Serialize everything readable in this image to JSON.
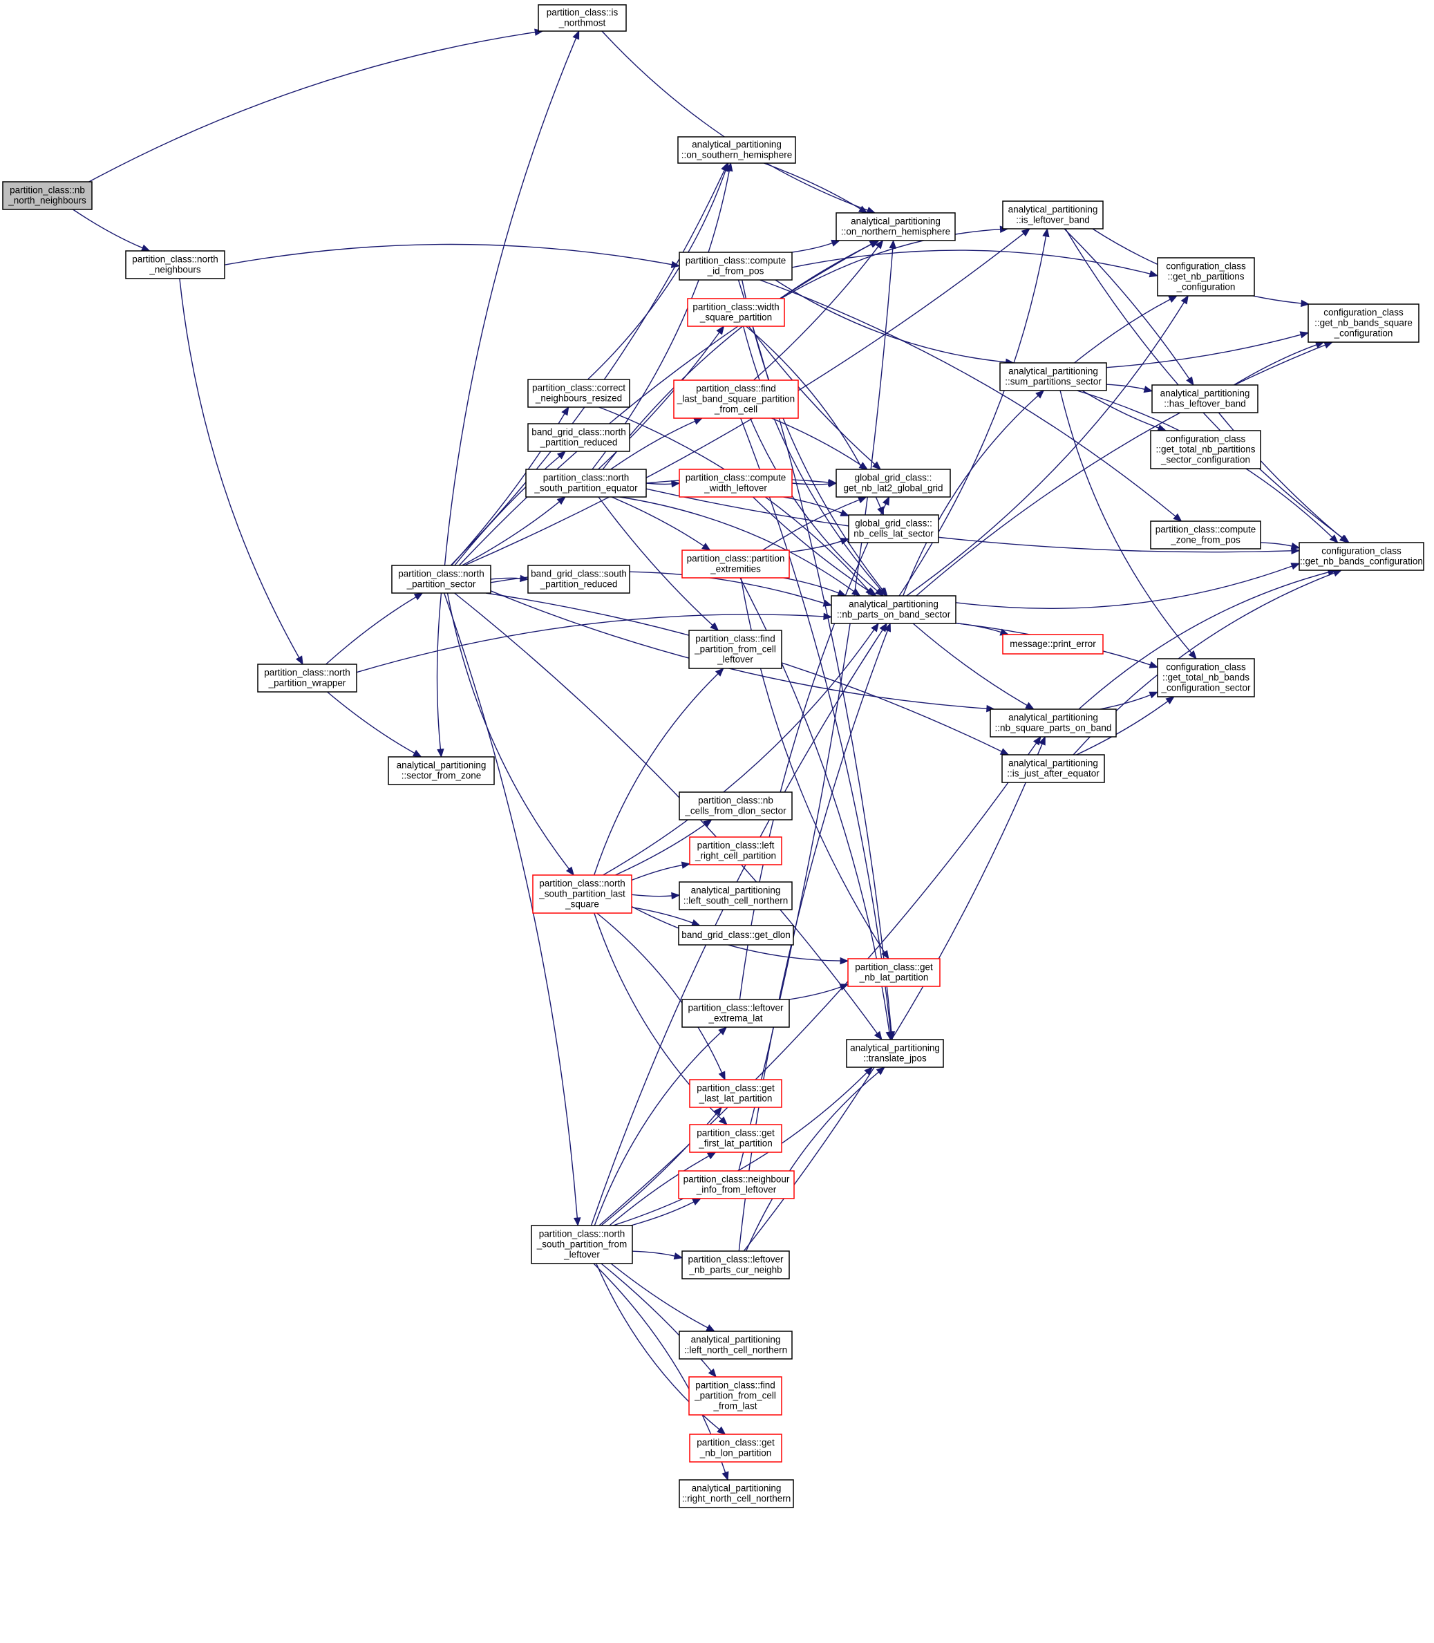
{
  "colors": {
    "edge": "#191970",
    "node_border_default": "#000000",
    "node_border_incomplete": "#ff0000",
    "node_fill_default": "#ffffff",
    "node_fill_root": "#bfbfbf"
  },
  "nodes": [
    {
      "id": "nb_north_neighbours",
      "lines": [
        "partition_class::nb",
        "_north_neighbours"
      ],
      "style": "root"
    },
    {
      "id": "is_northmost",
      "lines": [
        "partition_class::is",
        "_northmost"
      ],
      "style": "normal"
    },
    {
      "id": "north_neighbours",
      "lines": [
        "partition_class::north",
        "_neighbours"
      ],
      "style": "normal"
    },
    {
      "id": "north_partition_wrapper",
      "lines": [
        "partition_class::north",
        "_partition_wrapper"
      ],
      "style": "normal"
    },
    {
      "id": "north_partition_sector",
      "lines": [
        "partition_class::north",
        "_partition_sector"
      ],
      "style": "normal"
    },
    {
      "id": "sector_from_zone",
      "lines": [
        "analytical_partitioning",
        "::sector_from_zone"
      ],
      "style": "normal"
    },
    {
      "id": "correct_neighbours_resized",
      "lines": [
        "partition_class::correct",
        "_neighbours_resized"
      ],
      "style": "normal"
    },
    {
      "id": "north_partition_reduced",
      "lines": [
        "band_grid_class::north",
        "_partition_reduced"
      ],
      "style": "normal"
    },
    {
      "id": "ns_partition_equator",
      "lines": [
        "partition_class::north",
        "_south_partition_equator"
      ],
      "style": "normal"
    },
    {
      "id": "south_partition_reduced",
      "lines": [
        "band_grid_class::south",
        "_partition_reduced"
      ],
      "style": "normal"
    },
    {
      "id": "ns_partition_last_square",
      "lines": [
        "partition_class::north",
        "_south_partition_last",
        "_square"
      ],
      "style": "incomplete"
    },
    {
      "id": "ns_partition_from_leftover",
      "lines": [
        "partition_class::north",
        "_south_partition_from",
        "_leftover"
      ],
      "style": "normal"
    },
    {
      "id": "on_southern_hemisphere",
      "lines": [
        "analytical_partitioning",
        "::on_southern_hemisphere"
      ],
      "style": "normal"
    },
    {
      "id": "compute_id_from_pos",
      "lines": [
        "partition_class::compute",
        "_id_from_pos"
      ],
      "style": "normal"
    },
    {
      "id": "width_square_partition",
      "lines": [
        "partition_class::width",
        "_square_partition"
      ],
      "style": "incomplete"
    },
    {
      "id": "find_last_band_square",
      "lines": [
        "partition_class::find",
        "_last_band_square_partition",
        "_from_cell"
      ],
      "style": "incomplete"
    },
    {
      "id": "compute_width_leftover",
      "lines": [
        "partition_class::compute",
        "_width_leftover"
      ],
      "style": "incomplete"
    },
    {
      "id": "partition_extremities",
      "lines": [
        "partition_class::partition",
        "_extremities"
      ],
      "style": "incomplete"
    },
    {
      "id": "find_partition_from_cell_leftover",
      "lines": [
        "partition_class::find",
        "_partition_from_cell",
        "_leftover"
      ],
      "style": "normal"
    },
    {
      "id": "nb_cells_from_dlon_sector",
      "lines": [
        "partition_class::nb",
        "_cells_from_dlon_sector"
      ],
      "style": "normal"
    },
    {
      "id": "left_right_cell_partition",
      "lines": [
        "partition_class::left",
        "_right_cell_partition"
      ],
      "style": "incomplete"
    },
    {
      "id": "left_south_cell_northern",
      "lines": [
        "analytical_partitioning",
        "::left_south_cell_northern"
      ],
      "style": "normal"
    },
    {
      "id": "get_dlon",
      "lines": [
        "band_grid_class::get_dlon"
      ],
      "style": "normal"
    },
    {
      "id": "leftover_extrema_lat",
      "lines": [
        "partition_class::leftover",
        "_extrema_lat"
      ],
      "style": "normal"
    },
    {
      "id": "get_last_lat_partition",
      "lines": [
        "partition_class::get",
        "_last_lat_partition"
      ],
      "style": "incomplete"
    },
    {
      "id": "get_first_lat_partition",
      "lines": [
        "partition_class::get",
        "_first_lat_partition"
      ],
      "style": "incomplete"
    },
    {
      "id": "neighbour_info_from_leftover",
      "lines": [
        "partition_class::neighbour",
        "_info_from_leftover"
      ],
      "style": "incomplete"
    },
    {
      "id": "leftover_nb_parts_cur_neighb",
      "lines": [
        "partition_class::leftover",
        "_nb_parts_cur_neighb"
      ],
      "style": "normal"
    },
    {
      "id": "left_north_cell_northern",
      "lines": [
        "analytical_partitioning",
        "::left_north_cell_northern"
      ],
      "style": "normal"
    },
    {
      "id": "find_partition_from_cell_from_last",
      "lines": [
        "partition_class::find",
        "_partition_from_cell",
        "_from_last"
      ],
      "style": "incomplete"
    },
    {
      "id": "get_nb_lon_partition",
      "lines": [
        "partition_class::get",
        "_nb_lon_partition"
      ],
      "style": "incomplete"
    },
    {
      "id": "right_north_cell_northern",
      "lines": [
        "analytical_partitioning",
        "::right_north_cell_northern"
      ],
      "style": "normal"
    },
    {
      "id": "on_northern_hemisphere",
      "lines": [
        "analytical_partitioning",
        "::on_northern_hemisphere"
      ],
      "style": "normal"
    },
    {
      "id": "get_nb_lat2_global_grid",
      "lines": [
        "global_grid_class::",
        "get_nb_lat2_global_grid"
      ],
      "style": "normal"
    },
    {
      "id": "nb_cells_lat_sector",
      "lines": [
        "global_grid_class::",
        "nb_cells_lat_sector"
      ],
      "style": "normal"
    },
    {
      "id": "nb_parts_on_band_sector",
      "lines": [
        "analytical_partitioning",
        "::nb_parts_on_band_sector"
      ],
      "style": "normal"
    },
    {
      "id": "get_nb_lat_partition",
      "lines": [
        "partition_class::get",
        "_nb_lat_partition"
      ],
      "style": "incomplete"
    },
    {
      "id": "translate_jpos",
      "lines": [
        "analytical_partitioning",
        "::translate_jpos"
      ],
      "style": "normal"
    },
    {
      "id": "is_leftover_band",
      "lines": [
        "analytical_partitioning",
        "::is_leftover_band"
      ],
      "style": "normal"
    },
    {
      "id": "sum_partitions_sector",
      "lines": [
        "analytical_partitioning",
        "::sum_partitions_sector"
      ],
      "style": "normal"
    },
    {
      "id": "message_print_error",
      "lines": [
        "message::print_error"
      ],
      "style": "incomplete"
    },
    {
      "id": "nb_square_parts_on_band",
      "lines": [
        "analytical_partitioning",
        "::nb_square_parts_on_band"
      ],
      "style": "normal"
    },
    {
      "id": "is_just_after_equator",
      "lines": [
        "analytical_partitioning",
        "::is_just_after_equator"
      ],
      "style": "normal"
    },
    {
      "id": "get_nb_partitions_configuration",
      "lines": [
        "configuration_class",
        "::get_nb_partitions",
        "_configuration"
      ],
      "style": "normal"
    },
    {
      "id": "has_leftover_band",
      "lines": [
        "analytical_partitioning",
        "::has_leftover_band"
      ],
      "style": "normal"
    },
    {
      "id": "get_total_nb_partitions_sector",
      "lines": [
        "configuration_class",
        "::get_total_nb_partitions",
        "_sector_configuration"
      ],
      "style": "normal"
    },
    {
      "id": "compute_zone_from_pos",
      "lines": [
        "partition_class::compute",
        "_zone_from_pos"
      ],
      "style": "normal"
    },
    {
      "id": "get_total_nb_bands_sector",
      "lines": [
        "configuration_class",
        "::get_total_nb_bands",
        "_configuration_sector"
      ],
      "style": "normal"
    },
    {
      "id": "get_nb_bands_square_configuration",
      "lines": [
        "configuration_class",
        "::get_nb_bands_square",
        "_configuration"
      ],
      "style": "normal"
    },
    {
      "id": "get_nb_bands_configuration",
      "lines": [
        "configuration_class",
        "::get_nb_bands_configuration"
      ],
      "style": "normal"
    }
  ],
  "edges": [
    [
      "nb_north_neighbours",
      "is_northmost"
    ],
    [
      "nb_north_neighbours",
      "north_neighbours"
    ],
    [
      "north_neighbours",
      "compute_id_from_pos"
    ],
    [
      "north_neighbours",
      "north_partition_wrapper"
    ],
    [
      "north_partition_wrapper",
      "north_partition_sector"
    ],
    [
      "north_partition_wrapper",
      "sector_from_zone"
    ],
    [
      "north_partition_wrapper",
      "nb_parts_on_band_sector"
    ],
    [
      "is_northmost",
      "on_northern_hemisphere"
    ],
    [
      "north_partition_sector",
      "is_northmost"
    ],
    [
      "north_partition_sector",
      "correct_neighbours_resized"
    ],
    [
      "north_partition_sector",
      "north_partition_reduced"
    ],
    [
      "north_partition_sector",
      "ns_partition_equator"
    ],
    [
      "north_partition_sector",
      "south_partition_reduced"
    ],
    [
      "north_partition_sector",
      "ns_partition_last_square"
    ],
    [
      "north_partition_sector",
      "ns_partition_from_leftover"
    ],
    [
      "north_partition_sector",
      "on_southern_hemisphere"
    ],
    [
      "north_partition_sector",
      "on_northern_hemisphere"
    ],
    [
      "north_partition_sector",
      "is_leftover_band"
    ],
    [
      "north_partition_sector",
      "nb_parts_on_band_sector"
    ],
    [
      "north_partition_sector",
      "sector_from_zone"
    ],
    [
      "north_partition_sector",
      "is_just_after_equator"
    ],
    [
      "north_partition_sector",
      "nb_square_parts_on_band"
    ],
    [
      "north_partition_sector",
      "translate_jpos"
    ],
    [
      "correct_neighbours_resized",
      "on_southern_hemisphere"
    ],
    [
      "correct_neighbours_resized",
      "nb_parts_on_band_sector"
    ],
    [
      "ns_partition_equator",
      "on_southern_hemisphere"
    ],
    [
      "ns_partition_equator",
      "on_northern_hemisphere"
    ],
    [
      "ns_partition_equator",
      "width_square_partition"
    ],
    [
      "ns_partition_equator",
      "find_last_band_square"
    ],
    [
      "ns_partition_equator",
      "compute_width_leftover"
    ],
    [
      "ns_partition_equator",
      "partition_extremities"
    ],
    [
      "ns_partition_equator",
      "find_partition_from_cell_leftover"
    ],
    [
      "ns_partition_equator",
      "nb_parts_on_band_sector"
    ],
    [
      "ns_partition_equator",
      "get_nb_bands_configuration"
    ],
    [
      "ns_partition_equator",
      "get_nb_lat2_global_grid"
    ],
    [
      "ns_partition_last_square",
      "nb_cells_from_dlon_sector"
    ],
    [
      "ns_partition_last_square",
      "left_right_cell_partition"
    ],
    [
      "ns_partition_last_square",
      "left_south_cell_northern"
    ],
    [
      "ns_partition_last_square",
      "get_dlon"
    ],
    [
      "ns_partition_last_square",
      "get_nb_lat_partition"
    ],
    [
      "ns_partition_last_square",
      "get_last_lat_partition"
    ],
    [
      "ns_partition_last_square",
      "get_first_lat_partition"
    ],
    [
      "ns_partition_last_square",
      "find_partition_from_cell_leftover"
    ],
    [
      "ns_partition_last_square",
      "nb_parts_on_band_sector"
    ],
    [
      "ns_partition_from_leftover",
      "leftover_extrema_lat"
    ],
    [
      "ns_partition_from_leftover",
      "get_last_lat_partition"
    ],
    [
      "ns_partition_from_leftover",
      "get_first_lat_partition"
    ],
    [
      "ns_partition_from_leftover",
      "neighbour_info_from_leftover"
    ],
    [
      "ns_partition_from_leftover",
      "leftover_nb_parts_cur_neighb"
    ],
    [
      "ns_partition_from_leftover",
      "left_north_cell_northern"
    ],
    [
      "ns_partition_from_leftover",
      "find_partition_from_cell_from_last"
    ],
    [
      "ns_partition_from_leftover",
      "get_nb_lon_partition"
    ],
    [
      "ns_partition_from_leftover",
      "right_north_cell_northern"
    ],
    [
      "ns_partition_from_leftover",
      "translate_jpos"
    ],
    [
      "ns_partition_from_leftover",
      "nb_parts_on_band_sector"
    ],
    [
      "ns_partition_from_leftover",
      "nb_square_parts_on_band"
    ],
    [
      "on_southern_hemisphere",
      "on_northern_hemisphere"
    ],
    [
      "compute_id_from_pos",
      "on_northern_hemisphere"
    ],
    [
      "compute_id_from_pos",
      "get_nb_partitions_configuration"
    ],
    [
      "compute_id_from_pos",
      "sum_partitions_sector"
    ],
    [
      "compute_id_from_pos",
      "compute_zone_from_pos"
    ],
    [
      "compute_id_from_pos",
      "nb_parts_on_band_sector"
    ],
    [
      "compute_id_from_pos",
      "translate_jpos"
    ],
    [
      "width_square_partition",
      "get_nb_lat2_global_grid"
    ],
    [
      "width_square_partition",
      "nb_cells_lat_sector"
    ],
    [
      "width_square_partition",
      "nb_parts_on_band_sector"
    ],
    [
      "width_square_partition",
      "is_leftover_band"
    ],
    [
      "find_last_band_square",
      "on_northern_hemisphere"
    ],
    [
      "find_last_band_square",
      "get_nb_lat2_global_grid"
    ],
    [
      "find_last_band_square",
      "nb_parts_on_band_sector"
    ],
    [
      "find_last_band_square",
      "translate_jpos"
    ],
    [
      "compute_width_leftover",
      "get_nb_lat2_global_grid"
    ],
    [
      "compute_width_leftover",
      "nb_cells_lat_sector"
    ],
    [
      "compute_width_leftover",
      "nb_parts_on_band_sector"
    ],
    [
      "partition_extremities",
      "get_nb_lat2_global_grid"
    ],
    [
      "partition_extremities",
      "nb_cells_lat_sector"
    ],
    [
      "partition_extremities",
      "nb_parts_on_band_sector"
    ],
    [
      "partition_extremities",
      "get_nb_lat_partition"
    ],
    [
      "partition_extremities",
      "translate_jpos"
    ],
    [
      "leftover_extrema_lat",
      "get_nb_lat_partition"
    ],
    [
      "leftover_extrema_lat",
      "get_nb_lat2_global_grid"
    ],
    [
      "neighbour_info_from_leftover",
      "on_northern_hemisphere"
    ],
    [
      "leftover_nb_parts_cur_neighb",
      "nb_parts_on_band_sector"
    ],
    [
      "leftover_nb_parts_cur_neighb",
      "nb_square_parts_on_band"
    ],
    [
      "leftover_nb_parts_cur_neighb",
      "translate_jpos"
    ],
    [
      "nb_parts_on_band_sector",
      "is_leftover_band"
    ],
    [
      "nb_parts_on_band_sector",
      "sum_partitions_sector"
    ],
    [
      "nb_parts_on_band_sector",
      "get_nb_bands_configuration"
    ],
    [
      "nb_parts_on_band_sector",
      "message_print_error"
    ],
    [
      "nb_parts_on_band_sector",
      "nb_square_parts_on_band"
    ],
    [
      "nb_parts_on_band_sector",
      "get_total_nb_bands_sector"
    ],
    [
      "nb_parts_on_band_sector",
      "get_nb_partitions_configuration"
    ],
    [
      "nb_parts_on_band_sector",
      "get_nb_bands_square_configuration"
    ],
    [
      "is_leftover_band",
      "get_nb_bands_square_configuration"
    ],
    [
      "is_leftover_band",
      "has_leftover_band"
    ],
    [
      "is_leftover_band",
      "get_nb_bands_configuration"
    ],
    [
      "sum_partitions_sector",
      "get_nb_partitions_configuration"
    ],
    [
      "sum_partitions_sector",
      "get_nb_bands_square_configuration"
    ],
    [
      "sum_partitions_sector",
      "has_leftover_band"
    ],
    [
      "sum_partitions_sector",
      "get_total_nb_partitions_sector"
    ],
    [
      "sum_partitions_sector",
      "get_nb_bands_configuration"
    ],
    [
      "sum_partitions_sector",
      "get_total_nb_bands_sector"
    ],
    [
      "has_leftover_band",
      "get_nb_bands_square_configuration"
    ],
    [
      "has_leftover_band",
      "get_nb_bands_configuration"
    ],
    [
      "compute_zone_from_pos",
      "get_nb_bands_configuration"
    ],
    [
      "nb_square_parts_on_band",
      "get_total_nb_bands_sector"
    ],
    [
      "nb_square_parts_on_band",
      "get_nb_bands_configuration"
    ],
    [
      "is_just_after_equator",
      "get_total_nb_bands_sector"
    ],
    [
      "is_just_after_equator",
      "get_nb_bands_configuration"
    ]
  ]
}
